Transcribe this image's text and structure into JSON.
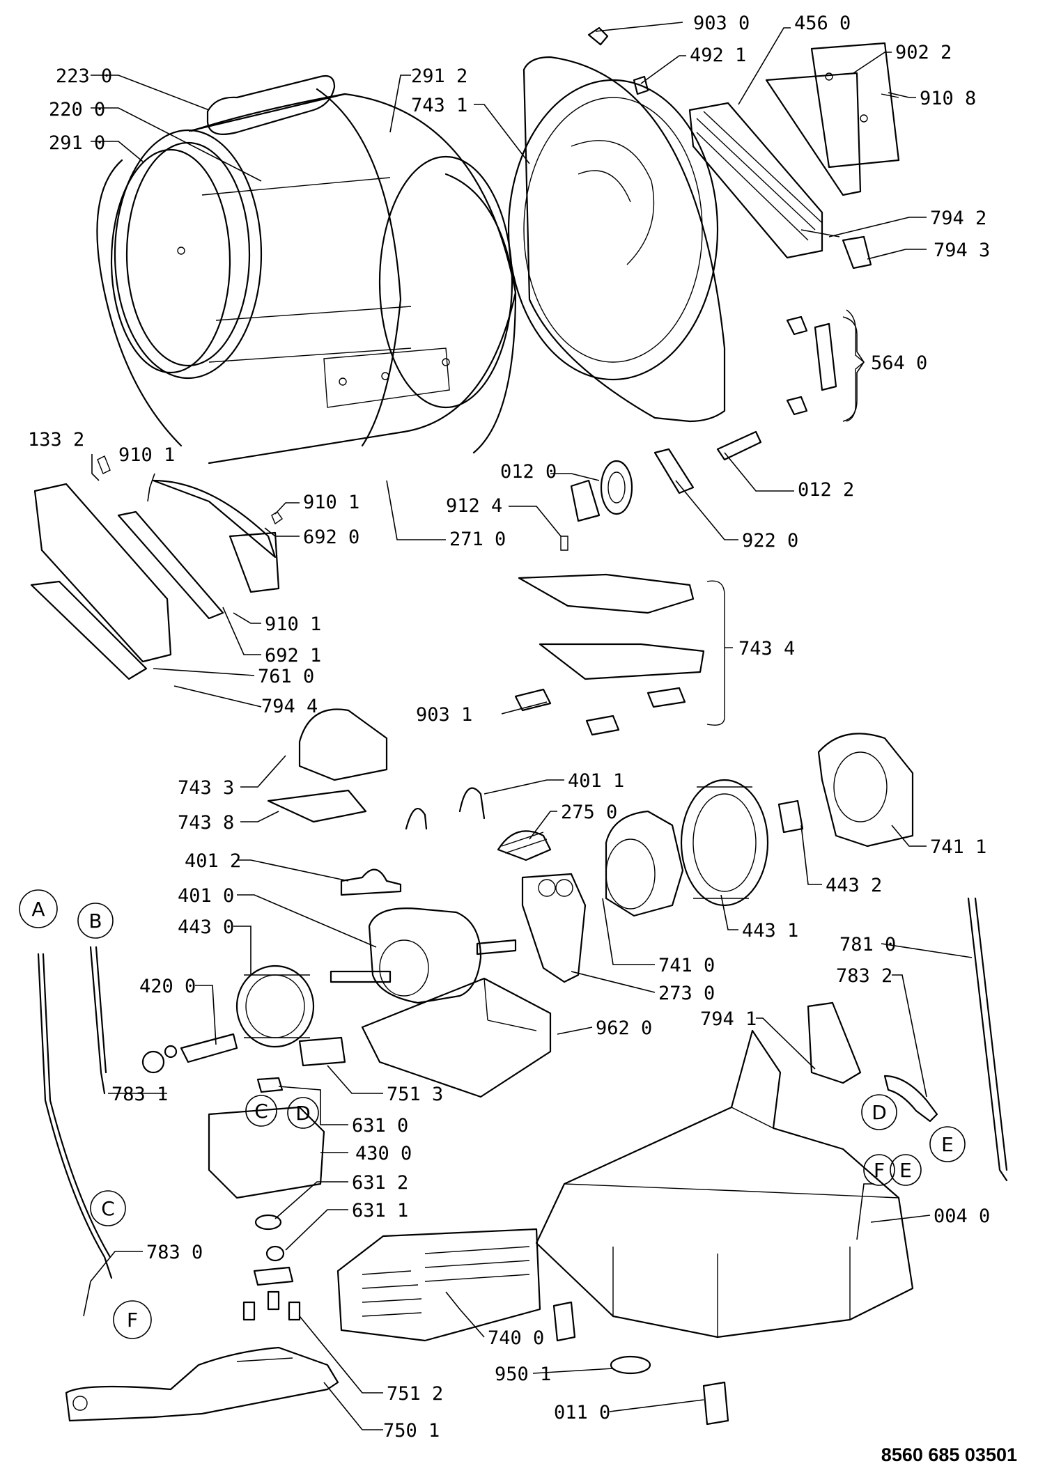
{
  "drawing_ref": "8560 685 03501",
  "labels": [
    {
      "id": "223-0",
      "text": "223 0"
    },
    {
      "id": "220-0",
      "text": "220 0"
    },
    {
      "id": "291-0",
      "text": "291 0"
    },
    {
      "id": "291-2",
      "text": "291 2"
    },
    {
      "id": "743-1",
      "text": "743 1"
    },
    {
      "id": "903-0",
      "text": "903 0"
    },
    {
      "id": "492-1",
      "text": "492 1"
    },
    {
      "id": "456-0",
      "text": "456 0"
    },
    {
      "id": "902-2",
      "text": "902 2"
    },
    {
      "id": "910-8",
      "text": "910 8"
    },
    {
      "id": "794-2",
      "text": "794 2"
    },
    {
      "id": "794-3",
      "text": "794 3"
    },
    {
      "id": "564-0",
      "text": "564 0"
    },
    {
      "id": "133-2",
      "text": "133 2"
    },
    {
      "id": "910-1a",
      "text": "910 1"
    },
    {
      "id": "910-1b",
      "text": "910 1"
    },
    {
      "id": "692-0",
      "text": "692 0"
    },
    {
      "id": "271-0",
      "text": "271 0"
    },
    {
      "id": "012-0",
      "text": "012 0"
    },
    {
      "id": "012-2",
      "text": "012 2"
    },
    {
      "id": "912-4",
      "text": "912 4"
    },
    {
      "id": "922-0",
      "text": "922 0"
    },
    {
      "id": "910-1c",
      "text": "910 1"
    },
    {
      "id": "692-1",
      "text": "692 1"
    },
    {
      "id": "761-0",
      "text": "761 0"
    },
    {
      "id": "794-4",
      "text": "794 4"
    },
    {
      "id": "743-4",
      "text": "743 4"
    },
    {
      "id": "903-1",
      "text": "903 1"
    },
    {
      "id": "743-3",
      "text": "743 3"
    },
    {
      "id": "743-8",
      "text": "743 8"
    },
    {
      "id": "401-1",
      "text": "401 1"
    },
    {
      "id": "275-0",
      "text": "275 0"
    },
    {
      "id": "741-1",
      "text": "741 1"
    },
    {
      "id": "401-2",
      "text": "401 2"
    },
    {
      "id": "443-2",
      "text": "443 2"
    },
    {
      "id": "401-0",
      "text": "401 0"
    },
    {
      "id": "443-0",
      "text": "443 0"
    },
    {
      "id": "443-1",
      "text": "443 1"
    },
    {
      "id": "781-0",
      "text": "781 0"
    },
    {
      "id": "741-0",
      "text": "741 0"
    },
    {
      "id": "783-2",
      "text": "783 2"
    },
    {
      "id": "420-0",
      "text": "420 0"
    },
    {
      "id": "273-0",
      "text": "273 0"
    },
    {
      "id": "794-1",
      "text": "794 1"
    },
    {
      "id": "962-0",
      "text": "962 0"
    },
    {
      "id": "783-1",
      "text": "783 1"
    },
    {
      "id": "751-3",
      "text": "751 3"
    },
    {
      "id": "631-0",
      "text": "631 0"
    },
    {
      "id": "430-0",
      "text": "430 0"
    },
    {
      "id": "631-2",
      "text": "631 2"
    },
    {
      "id": "631-1",
      "text": "631 1"
    },
    {
      "id": "004-0",
      "text": "004 0"
    },
    {
      "id": "783-0",
      "text": "783 0"
    },
    {
      "id": "740-0",
      "text": "740 0"
    },
    {
      "id": "950-1",
      "text": "950 1"
    },
    {
      "id": "751-2",
      "text": "751 2"
    },
    {
      "id": "011-0",
      "text": "011 0"
    },
    {
      "id": "750-1",
      "text": "750 1"
    }
  ],
  "letters": [
    {
      "id": "A",
      "text": "A"
    },
    {
      "id": "B",
      "text": "B"
    },
    {
      "id": "C1",
      "text": "C"
    },
    {
      "id": "C2",
      "text": "C"
    },
    {
      "id": "D1",
      "text": "D"
    },
    {
      "id": "D2",
      "text": "D"
    },
    {
      "id": "E1",
      "text": "E"
    },
    {
      "id": "E2",
      "text": "E"
    },
    {
      "id": "F1",
      "text": "F"
    },
    {
      "id": "F2",
      "text": "F"
    }
  ]
}
